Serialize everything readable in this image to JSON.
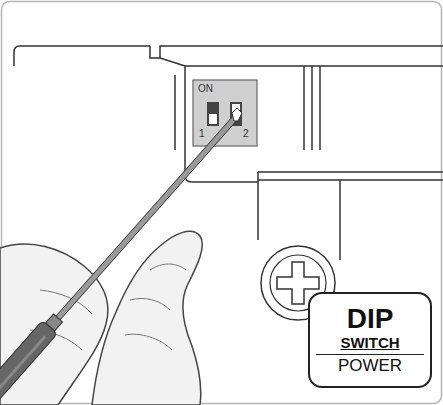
{
  "diagram": {
    "nodes": [
      {
        "text": [
          "ON",
          "1",
          "2"
        ]
      },
      {
        "text": [
          "DIP",
          "SWITCH",
          "POWER"
        ]
      }
    ]
  }
}
